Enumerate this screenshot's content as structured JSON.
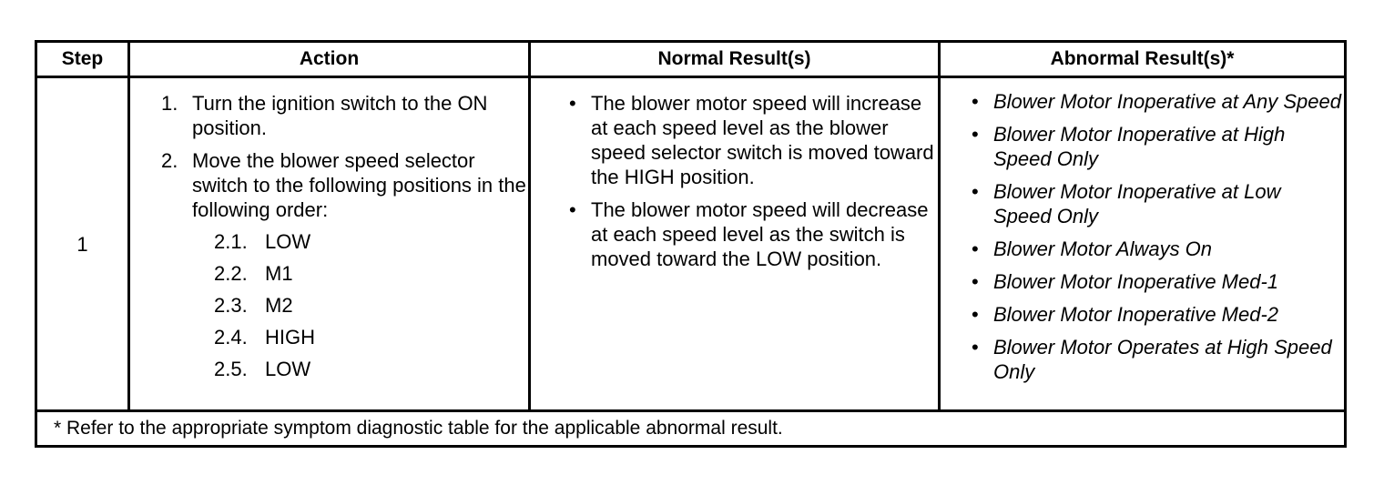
{
  "table": {
    "headers": {
      "step": "Step",
      "action": "Action",
      "normal": "Normal Result(s)",
      "abnormal": "Abnormal Result(s)*"
    },
    "row": {
      "step": "1",
      "actions": [
        {
          "num": "1.",
          "text": "Turn the ignition switch to the ON position."
        },
        {
          "num": "2.",
          "text": "Move the blower speed selector switch to the following positions in the following order:"
        }
      ],
      "sub_actions": [
        {
          "num": "2.1.",
          "text": "LOW"
        },
        {
          "num": "2.2.",
          "text": "M1"
        },
        {
          "num": "2.3.",
          "text": "M2"
        },
        {
          "num": "2.4.",
          "text": "HIGH"
        },
        {
          "num": "2.5.",
          "text": "LOW"
        }
      ],
      "normal_results": [
        "The blower motor speed will increase at each speed level as the blower speed selector switch is moved toward the HIGH position.",
        "The blower motor speed will decrease at each speed level as the switch is moved toward the LOW position."
      ],
      "abnormal_results": [
        "Blower Motor Inoperative at Any Speed",
        "Blower Motor Inoperative at High Speed Only",
        "Blower Motor Inoperative at Low Speed Only",
        "Blower Motor Always On",
        "Blower Motor Inoperative Med-1",
        "Blower Motor Inoperative Med-2",
        "Blower Motor Operates at High Speed Only"
      ],
      "bullet": "•"
    },
    "footer": "* Refer to the appropriate symptom diagnostic table for the applicable abnormal result."
  }
}
